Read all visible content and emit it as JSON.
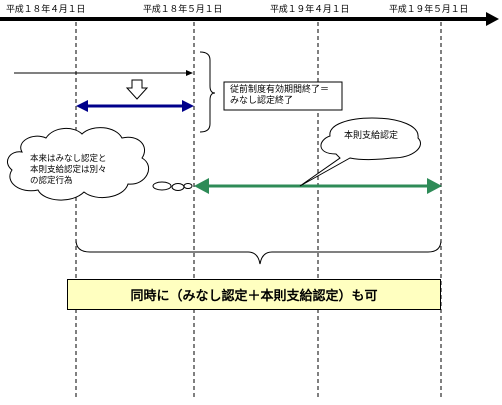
{
  "timeline": {
    "dates": [
      "平成１８年４月１日",
      "平成１８年５月１日",
      "平成１９年４月１日",
      "平成１９年５月１日"
    ]
  },
  "notes": {
    "old_system_end": [
      "従前制度有効期間終了＝",
      "みなし認定終了"
    ],
    "original_separate": [
      "本来はみなし認定と",
      "本則支給認定は別々",
      "の認定行為"
    ],
    "main_certification": "本則支給認定"
  },
  "banner": {
    "text": "同時に（みなし認定＋本則支給認定）も可"
  },
  "colors": {
    "timeline": "#000000",
    "navy_arrow": "#00008b",
    "green_arrow": "#2e8b57",
    "banner_bg": "#ffffc0"
  }
}
